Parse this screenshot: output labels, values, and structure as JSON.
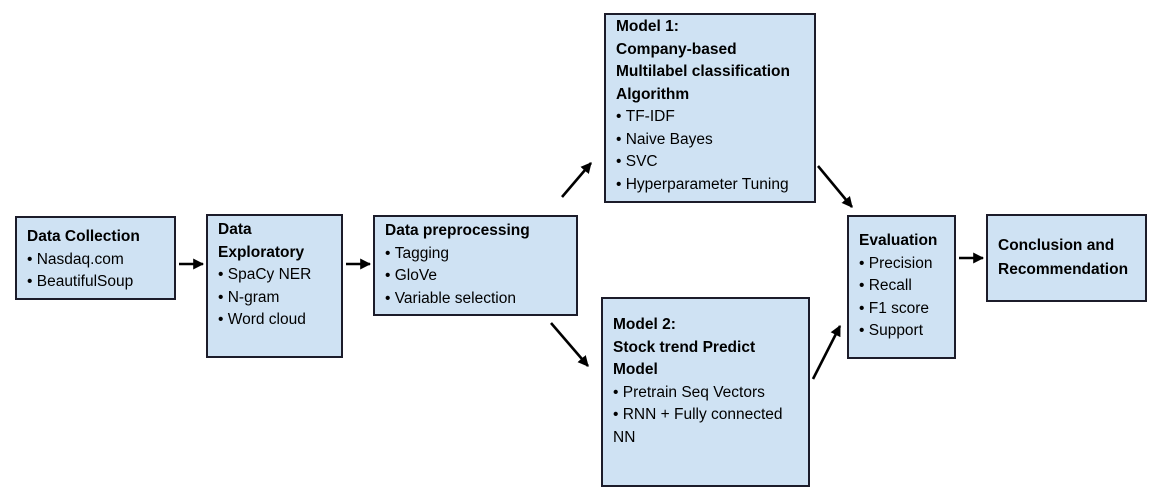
{
  "boxes": {
    "data_collection": {
      "title": "Data Collection",
      "items": [
        "Nasdaq.com",
        "BeautifulSoup"
      ]
    },
    "data_exploratory": {
      "title_line1": "Data",
      "title_line2": "Exploratory",
      "items": [
        "SpaCy NER",
        "N-gram",
        "Word cloud"
      ]
    },
    "data_preprocessing": {
      "title": "Data preprocessing",
      "items": [
        "Tagging",
        "GloVe",
        "Variable selection"
      ]
    },
    "model1": {
      "title_line1": "Model 1:",
      "title_line2": "Company-based",
      "title_line3": "Multilabel classification",
      "title_line4": "Algorithm",
      "items": [
        "TF-IDF",
        "Naive Bayes",
        "SVC",
        "Hyperparameter Tuning"
      ]
    },
    "model2": {
      "title_line1": "Model 2:",
      "title_line2": "Stock trend Predict",
      "title_line3": "Model",
      "items": [
        "Pretrain Seq Vectors",
        "RNN + Fully connected NN"
      ]
    },
    "evaluation": {
      "title": "Evaluation",
      "items": [
        "Precision",
        "Recall",
        "F1 score",
        "Support"
      ]
    },
    "conclusion": {
      "title_line1": "Conclusion and",
      "title_line2": "Recommendation"
    }
  },
  "colors": {
    "box_fill": "#cfe2f3",
    "box_border": "#1c1c2a",
    "arrow": "#000000"
  }
}
